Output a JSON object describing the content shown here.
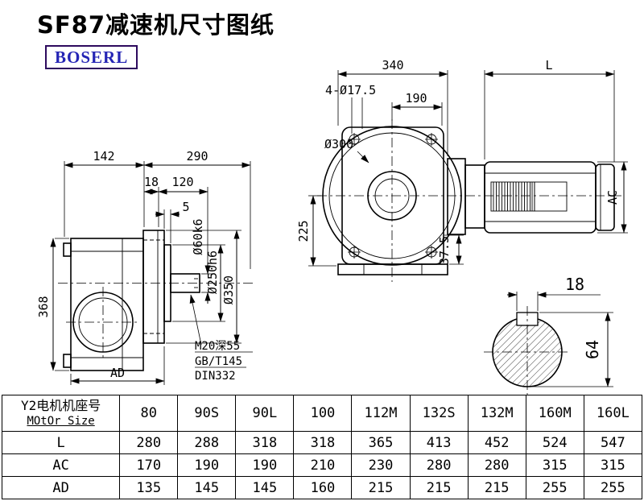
{
  "title": "SF87减速机尺寸图纸",
  "logo": "BOSERL",
  "side_view": {
    "dims": {
      "d142": "142",
      "d290": "290",
      "d18": "18",
      "d120": "120",
      "d5": "5",
      "d368": "368",
      "dAD": "AD",
      "dia60": "Ø60k6",
      "dia250": "Ø250h6",
      "dia350": "Ø350"
    },
    "notes": [
      "M20深55",
      "GB/T145",
      "DIN332"
    ]
  },
  "front_view": {
    "dims": {
      "d340": "340",
      "dL": "L",
      "holes": "4-Ø17.5",
      "d190": "190",
      "dia300": "Ø300",
      "d225": "225",
      "d37_5": "37.5",
      "dAC": "AC"
    }
  },
  "shaft_view": {
    "dims": {
      "d18": "18",
      "d64": "64"
    }
  },
  "table": {
    "header_cn": "Y2电机机座号",
    "header_en": "MOtOr Size",
    "sizes": [
      "80",
      "90S",
      "90L",
      "100",
      "112M",
      "132S",
      "132M",
      "160M",
      "160L"
    ],
    "rows": [
      {
        "label": "L",
        "values": [
          "280",
          "288",
          "318",
          "318",
          "365",
          "413",
          "452",
          "524",
          "547"
        ]
      },
      {
        "label": "AC",
        "values": [
          "170",
          "190",
          "190",
          "210",
          "230",
          "280",
          "280",
          "315",
          "315"
        ]
      },
      {
        "label": "AD",
        "values": [
          "135",
          "145",
          "145",
          "160",
          "215",
          "215",
          "215",
          "255",
          "255"
        ]
      }
    ]
  }
}
